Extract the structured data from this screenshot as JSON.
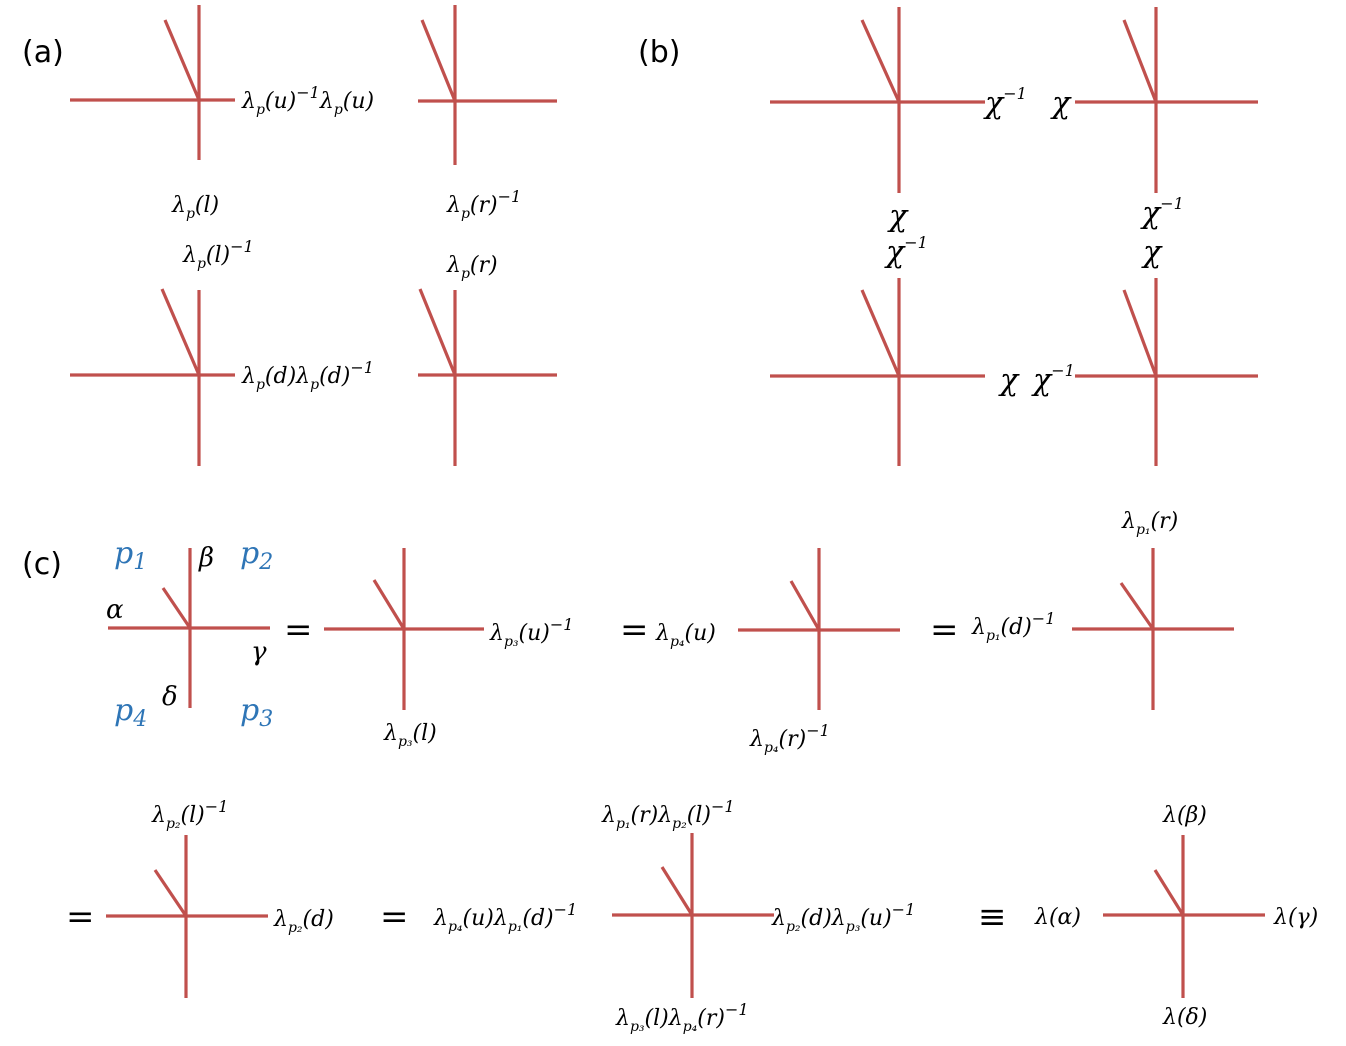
{
  "panels": {
    "a": "(a)",
    "b": "(b)",
    "c": "(c)"
  },
  "a": {
    "top_bond": {
      "left": "λp(u)−1",
      "right": "λp(u)"
    },
    "left_bond": {
      "top": "λp(l)",
      "bottom": "λp(l)−1"
    },
    "right_bond": {
      "top": "λp(r)−1",
      "bottom": "λp(r)"
    },
    "bottom_bond": {
      "left": "λp(d)",
      "right": "λp(d)−1"
    }
  },
  "b": {
    "top_bond": {
      "left": "χ−1",
      "right": "χ"
    },
    "left_bond": {
      "top": "χ",
      "bottom": "χ−1"
    },
    "right_bond": {
      "top": "χ−1",
      "bottom": "χ"
    },
    "bottom_bond": {
      "left": "χ",
      "right": "χ−1"
    }
  },
  "c": {
    "plaquettes": {
      "p1": "p1",
      "p2": "p2",
      "p3": "p3",
      "p4": "p4"
    },
    "legs": {
      "alpha": "α",
      "beta": "β",
      "gamma": "γ",
      "delta": "δ"
    },
    "equals": "=",
    "equiv": "≡",
    "t1": {
      "right": "λp3(u)−1",
      "bottom": "λp3(l)"
    },
    "t2": {
      "left": "λp4(u)",
      "bottom": "λp4(r)−1"
    },
    "t3": {
      "top": "λp1(r)",
      "left": "λp1(d)−1"
    },
    "t4": {
      "top": "λp2(l)−1",
      "right": "λp2(d)"
    },
    "t5": {
      "top": "λp1(r)λp2(l)−1",
      "left": "λp4(u)λp1(d)−1",
      "right": "λp2(d)λp3(u)−1",
      "bottom": "λp3(l)λp4(r)−1"
    },
    "t6": {
      "top": "λ(β)",
      "left": "λ(α)",
      "right": "λ(γ)",
      "bottom": "λ(δ)"
    }
  }
}
